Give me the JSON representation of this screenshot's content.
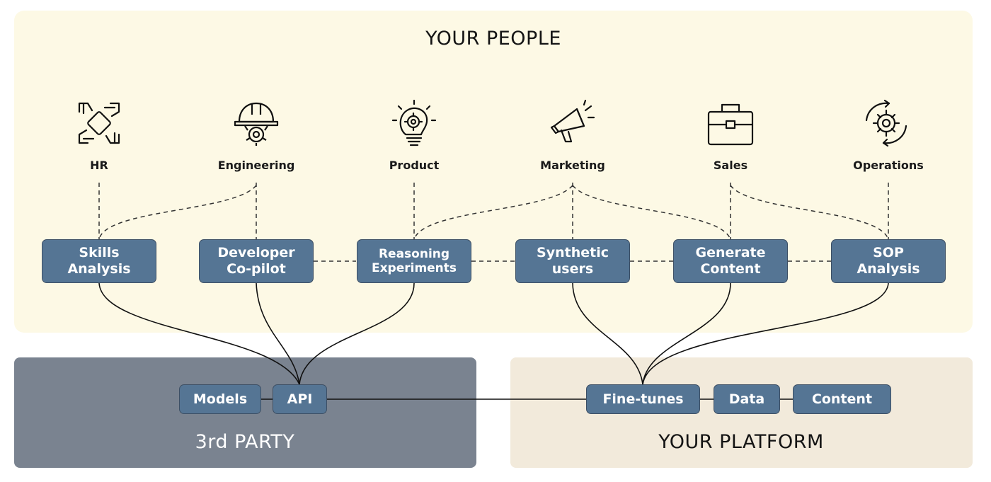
{
  "zones": {
    "people": "YOUR PEOPLE",
    "third_party": "3rd PARTY",
    "platform": "YOUR PLATFORM"
  },
  "departments": [
    {
      "label": "HR",
      "icon": "hands-icon"
    },
    {
      "label": "Engineering",
      "icon": "hardhat-gear-icon"
    },
    {
      "label": "Product",
      "icon": "lightbulb-gear-icon"
    },
    {
      "label": "Marketing",
      "icon": "megaphone-icon"
    },
    {
      "label": "Sales",
      "icon": "briefcase-icon"
    },
    {
      "label": "Operations",
      "icon": "gear-cycle-icon"
    }
  ],
  "use_cases": [
    {
      "label": "Skills\nAnalysis"
    },
    {
      "label": "Developer\nCo-pilot"
    },
    {
      "label": "Reasoning\nExperiments"
    },
    {
      "label": "Synthetic\nusers"
    },
    {
      "label": "Generate\nContent"
    },
    {
      "label": "SOP\nAnalysis"
    }
  ],
  "third_party_nodes": [
    "Models",
    "API"
  ],
  "platform_nodes": [
    "Fine-tunes",
    "Data",
    "Content"
  ],
  "colors": {
    "people_bg": "#fdf9e5",
    "third_party_bg": "#7a8390",
    "platform_bg": "#f2eadb",
    "node_fill": "#557594"
  }
}
